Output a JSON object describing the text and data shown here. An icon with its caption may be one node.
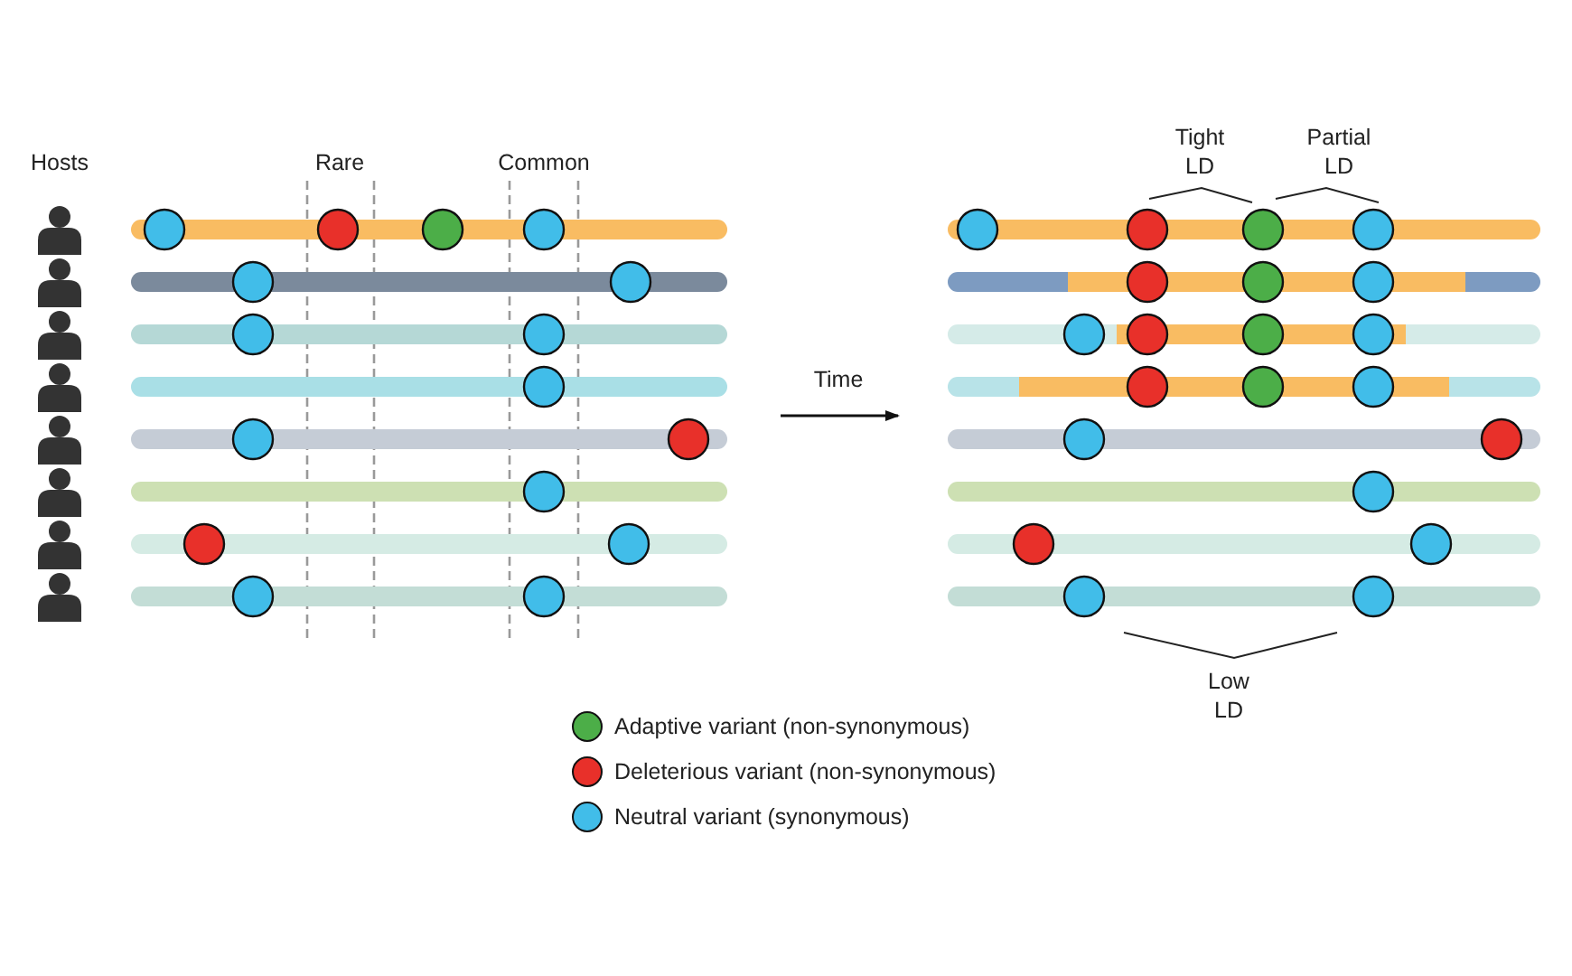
{
  "diagram": {
    "labels": [
      "Tight LD",
      "Partial LD",
      "Hosts",
      "Rare",
      "Common",
      "Time",
      "Low LD"
    ],
    "legend": [
      {
        "text": "Adaptive variant (non-synonymous)",
        "color": "#4cae48"
      },
      {
        "text": "Deleterious variant (non-synonymous)",
        "color": "#e8302a"
      },
      {
        "text": "Neutral variant (synonymous)",
        "color": "#41bde9"
      }
    ]
  }
}
